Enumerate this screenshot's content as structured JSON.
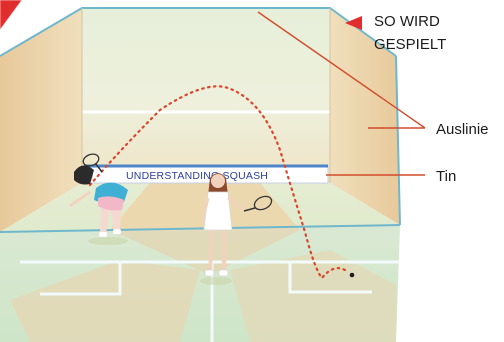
{
  "header": {
    "title_line1": "SO WIRD",
    "title_line2": "GESPIELT"
  },
  "labels": {
    "outline": "Auslinie",
    "tin": "Tin",
    "tin_board_text": "UNDERSTANDING SQUASH"
  },
  "colors": {
    "wall_top": "#e3eed8",
    "wall_bottom": "#efe6cc",
    "floor": "#d9e8c8",
    "court_wood": "#ecd9b0",
    "glass_edge": "#7bc4d6",
    "leader_line": "#d24b2a",
    "trajectory": "#d9462c",
    "tin_band": "#4d86c8",
    "corner_tab": "#e02d2d",
    "arrow": "#e02d2d"
  },
  "icons": {
    "pointer": "red-triangle-pointer-icon",
    "corner": "red-corner-tab-icon"
  }
}
